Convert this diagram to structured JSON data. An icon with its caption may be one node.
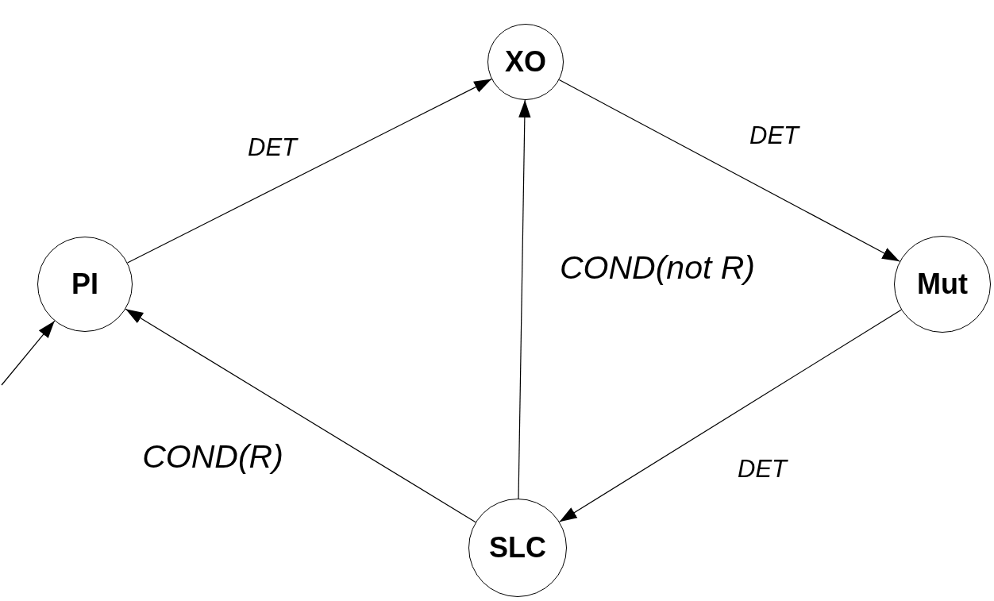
{
  "diagram": {
    "nodes": [
      {
        "text": [
          "XO"
        ]
      },
      {
        "text": [
          "PI"
        ]
      },
      {
        "text": [
          "Mut"
        ]
      },
      {
        "text": [
          "SLC"
        ]
      }
    ],
    "edges": [
      {
        "from": 1,
        "to": 0,
        "arrow": "to",
        "label": "DET"
      },
      {
        "from": 0,
        "to": 2,
        "arrow": "to",
        "label": "DET"
      },
      {
        "from": 3,
        "to": 0,
        "arrow": "to",
        "label": "COND(not R)"
      },
      {
        "from": 2,
        "to": 3,
        "arrow": "to",
        "label": "DET"
      },
      {
        "from": 3,
        "to": 1,
        "arrow": "to",
        "label": "COND(R)"
      },
      {
        "from": null,
        "to": 1,
        "arrow": "to"
      }
    ]
  }
}
